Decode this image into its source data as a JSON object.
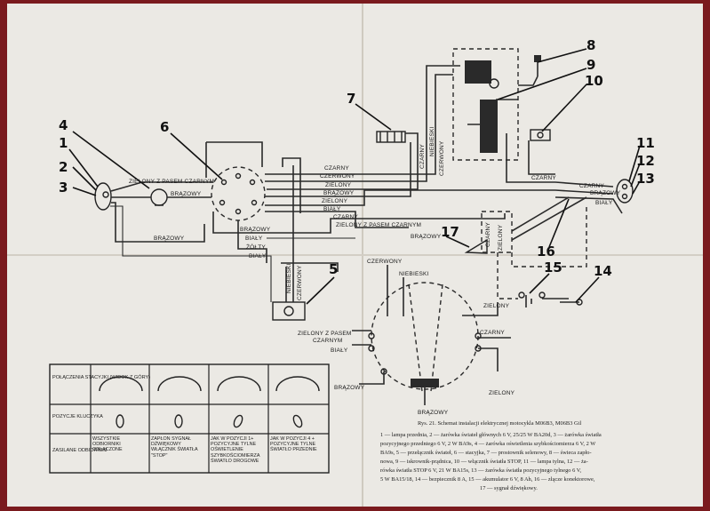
{
  "colors": {
    "frame": "#7a1a1e",
    "paper": "#ebe9e4",
    "ink": "#1c1c1c"
  },
  "callouts": [
    "1",
    "2",
    "3",
    "4",
    "5",
    "6",
    "7",
    "8",
    "9",
    "10",
    "11",
    "12",
    "13",
    "14",
    "15",
    "16",
    "17"
  ],
  "wire_labels": {
    "zielony_z_paskiem_top": "ZIELONY Z PASEM CZARNYM",
    "brazowy_lamp": "BRĄZOWY",
    "czarny_top": "CZARNY",
    "czerwony_top": "CZERWONY",
    "zielony_top": "ZIELONY",
    "brazowy_top": "BRĄZOWY",
    "zielony_top2": "ZIELONY",
    "bialy_top": "BIAŁY",
    "czarny_mid": "CZARNY",
    "zielony_z_paskiem_mid": "ZIELONY Z PASEM CZARNYM",
    "brazowy_left": "BRĄZOWY",
    "brazowy_center": "BRĄZOWY",
    "bialy_center": "BIAŁY",
    "zolty": "ŻÓŁTY",
    "bialy_center2": "BIAŁY",
    "czarny_v": "CZARNY",
    "niebieski_v": "NIEBIESKI",
    "czerwony_v": "CZERWONY",
    "niebieski_5": "NIEBIESKI",
    "czerwony_5": "CZERWONY",
    "czarny_r": "CZARNY",
    "czarny_r2": "CZARNY",
    "brazowy_r": "BRĄZOWY",
    "bialy_r": "BIAŁY",
    "brazowy_17": "BRĄZOWY",
    "czarny_16": "CZARNY",
    "zielony_16": "ZIELONY",
    "czerwony_gen": "CZERWONY",
    "niebieski_gen": "NIEBIESKI",
    "zielony_z_paskiem_gen": "ZIELONY Z PASEM",
    "czarnym_gen": "CZARNYM",
    "bialy_gen": "BIAŁY",
    "czarny_gen": "CZARNY",
    "brazowy_gen_left": "BRĄZOWY",
    "zielony_gen": "ZIELONY",
    "brazowy_gen_bottom": "BRĄZOWY",
    "zielony_15": "ZIELONY"
  },
  "table": {
    "row_headers": [
      "POŁĄCZENIA STACYJKI (WIDOK Z GÓRY)",
      "POZYCJE KLUCZYKA",
      "ZASILANE ODBIORNIKI"
    ],
    "powered": [
      "WSZYSTKIE ODBIORNIKI ODŁĄCZONE",
      "ZAPŁON SYGNAŁ DŹWIĘKOWY WŁĄCZNIK ŚWIATŁA \"STOP\"",
      "JAK W POZYCJI 1+ POZYCYJNE TYLNE OŚWIETLENIE SZYBKOŚCIOMIERZA ŚWIATŁO DROGOWE",
      "JAK W POZYCJI 4 + POZYCYJNE TYLNE ŚWIATŁO PRZEDNIE"
    ]
  },
  "caption": {
    "title": "Rys. 21. Schemat instalacji elektrycznej motocykla M06B3, M06B3 Gil",
    "lines": [
      "1 — lampa przednia, 2 — żarówka świateł głównych 6 V, 25/25 W BA20d, 3 — żarówka światła",
      "pozycyjnego przedniego 6 V, 2 W BA9s, 4 — żarówka oświetlenia szybkościomierza 6 V, 2 W",
      "BA9s, 5 — przełącznik świateł, 6 — stacyjka, 7 — prostownik selenowy, 8 — świeca zapło-",
      "nowa, 9 — iskrownik-prądnica, 10 — włącznik światła STOP, 11 — lampa tylna, 12 — ża-",
      "rówka światła STOP 6 V, 21 W BA15s, 13 — żarówka światła pozycyjnego tylnego 6 V,",
      "5 W BA15/18, 14 — bezpiecznik 8 A, 15 — akumulator 6 V, 8 Ah, 16 — złącze konektorowe,",
      "17 — sygnał dźwiękowy."
    ]
  }
}
